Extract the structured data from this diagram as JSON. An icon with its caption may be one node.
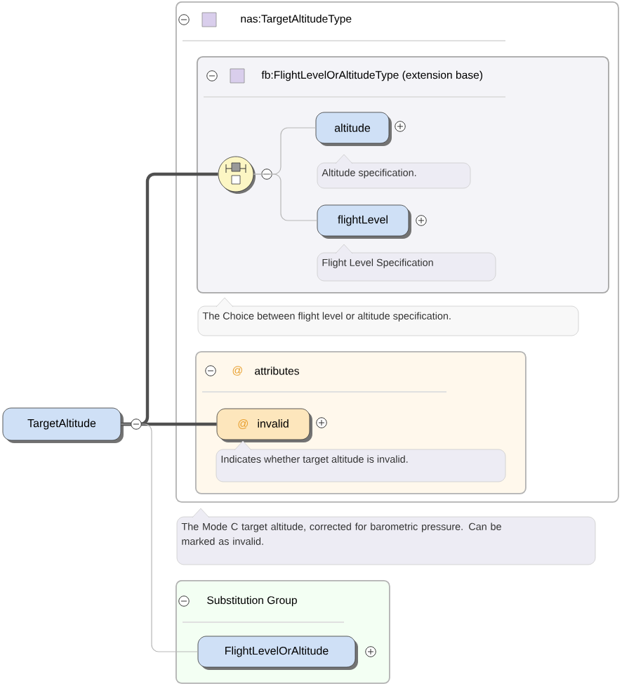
{
  "diagram": {
    "nodes": [
      {
        "text": [
          "nas:TargetAltitudeType"
        ],
        "beside": [
          "The Mode C target altitude, corrected for barometric pressure. Can be marked as invalid."
        ]
      },
      {
        "text": [
          "fb:FlightLevelOrAltitudeType (extension base)"
        ],
        "in": 0,
        "beside": [
          "The Choice between flight level or altitude specification."
        ]
      },
      {
        "text": [],
        "shape": "circle",
        "in": 1
      },
      {
        "text": [
          "altitude"
        ],
        "in": 1,
        "beside": [
          "Altitude specification."
        ]
      },
      {
        "text": [
          "flightLevel"
        ],
        "in": 1,
        "beside": [
          "Flight Level Specification"
        ]
      },
      {
        "text": [
          "@",
          "attributes"
        ],
        "in": 0
      },
      {
        "text": [
          "@",
          "invalid"
        ],
        "in": 5,
        "beside": [
          "Indicates whether target altitude is invalid."
        ]
      },
      {
        "text": [
          "TargetAltitude"
        ]
      },
      {
        "text": [
          "Substitution Group"
        ]
      },
      {
        "text": [
          "FlightLevelOrAltitude"
        ],
        "in": 8
      }
    ],
    "edges": [
      {
        "from": 7,
        "to": 2,
        "arrow": "none",
        "style": "thick",
        "color": "#505050"
      },
      {
        "from": 7,
        "to": 6,
        "arrow": "none",
        "style": "thick",
        "color": "#505050"
      },
      {
        "from": 2,
        "to": 3,
        "arrow": "none"
      },
      {
        "from": 2,
        "to": 4,
        "arrow": "none"
      },
      {
        "from": 7,
        "to": 9,
        "arrow": "none"
      }
    ]
  }
}
